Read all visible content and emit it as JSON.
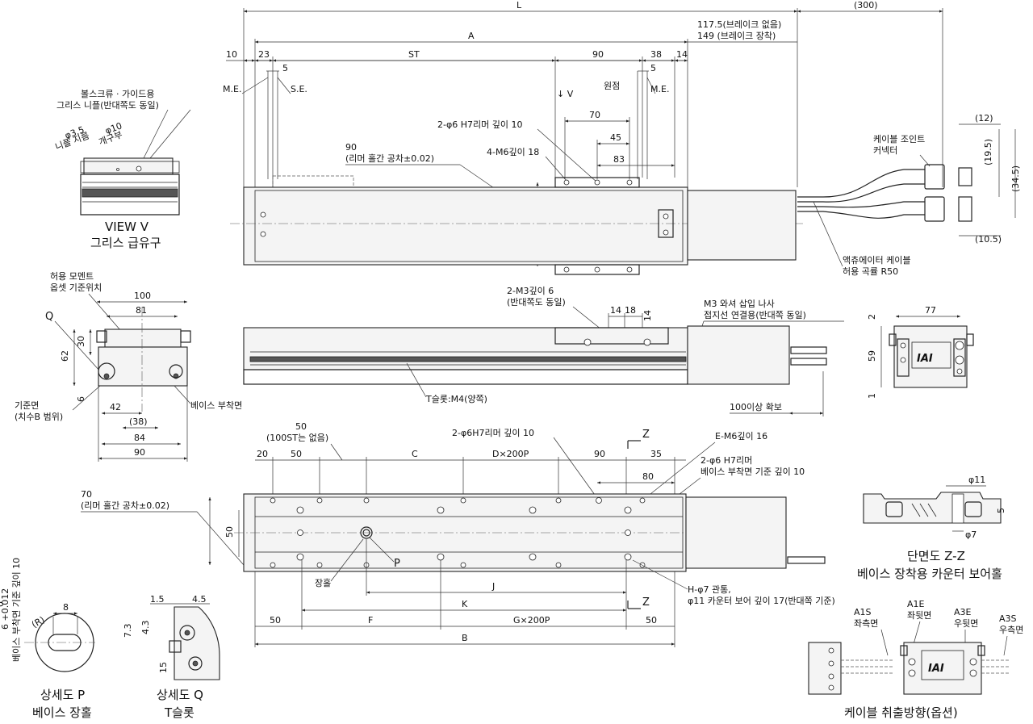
{
  "labels": {
    "L": "L",
    "dim_300": "(300)",
    "A": "A",
    "brake_none": "117.5(브레이크 없음)",
    "brake_with": "149  (브레이크 장착)",
    "d10": "10",
    "d23": "23",
    "ST": "ST",
    "d90_top": "90",
    "d38": "38",
    "d14_top": "14",
    "d5_left": "5",
    "d5_right": "5",
    "ME_left": "M.E.",
    "SE": "S.E.",
    "V_arrow": "↓ V",
    "origin": "원점",
    "ME_right": "M.E.",
    "reamer_top": "2-φ6 H7리머 깊이 10",
    "d70_top": "70",
    "d45": "45",
    "m6_18": "4-M6깊이 18",
    "d83": "83",
    "d90_reamer": "90",
    "reamer_tol": "(리머 홀간 공차±0.02)",
    "cable_joint_1": "케이블 조인트",
    "cable_joint_2": "커넥터",
    "d12": "(12)",
    "d19_5": "(19.5)",
    "d34_5": "(34.5)",
    "d10_5": "(10.5)",
    "actuator_cable_1": "액츄에이터 케이블",
    "actuator_cable_2": "허용 곡률 R50",
    "grease_1": "볼스크류 · 가이드용",
    "grease_2": "그리스 니플(반대쪽도 동일)",
    "nipple_dia": "φ3.5",
    "nipple_label": "니플 지름",
    "port_dia": "φ10",
    "port_label": "개구부",
    "view_v_1": "VIEW V",
    "view_v_2": "그리스 급유구",
    "moment_1": "허용 모멘트",
    "moment_2": "옵셋 기준위치",
    "d100": "100",
    "d81": "81",
    "Q": "Q",
    "d62": "62",
    "d30": "30",
    "d6": "6",
    "ref_face_1": "기준면",
    "ref_face_2": "(치수B 범위)",
    "base_mount": "베이스 부착면",
    "d42": "42",
    "d38_side": "(38)",
    "d84": "84",
    "d90_side": "90",
    "m3_1": "2-M3깊이 6",
    "m3_2": "(반대쪽도 동일)",
    "d14_a": "14",
    "d18": "18",
    "d14_b": "14",
    "ground_1": "M3 와셔 삽입 나사",
    "ground_2": "접지선 연결용(반대쪽 동일)",
    "t_slot": "T슬롯:M4(양쪽)",
    "clearance": "100이상 확보",
    "d77": "77",
    "d2": "2",
    "d59": "59",
    "d1": "1",
    "iai": "IAI",
    "d50_top": "50",
    "st100": "(100ST는 없음)",
    "reamer_bottom": "2-φ6H7리머 깊이 10",
    "Z_top": "Z",
    "e_m6": "E-M6깊이 16",
    "reamer_base_1": "2-φ6 H7리머",
    "reamer_base_2": "베이스 부착면 기준 깊이 10",
    "d20": "20",
    "d50_b": "50",
    "C": "C",
    "D200P": "D×200P",
    "d90_b": "90",
    "d35": "35",
    "d80": "80",
    "d70_bottom": "70",
    "reamer_tol2": "(리머 홀간 공차±0.02)",
    "d50_h": "50",
    "P": "P",
    "slot_hole": "장홀",
    "J": "J",
    "K": "K",
    "Z_bottom": "Z",
    "h_phi7_1": "H-φ7 관통,",
    "h_phi7_2": "φ11 카운터 보어 깊이 17(반대쪽 기준)",
    "d50_l": "50",
    "F": "F",
    "G200P": "G×200P",
    "d50_r": "50",
    "B": "B",
    "d11": "φ11",
    "d5_cb": "5",
    "d7": "φ7",
    "section_1": "단면도 Z-Z",
    "section_2": "베이스 장착용 카운터 보어홀",
    "vert_depth": "베이스 부착면 기준 깊이 10",
    "d6_tol": "6 +0.012",
    "d6_tol0": "0",
    "d8": "8",
    "R": "(R)",
    "detail_p_1": "상세도 P",
    "detail_p_2": "베이스 장홀",
    "d1_5": "1.5",
    "d4_5": "4.5",
    "d7_3": "7.3",
    "d4_3": "4.3",
    "d15": "15",
    "detail_q_1": "상세도 Q",
    "detail_q_2": "T슬롯",
    "a1s_1": "A1S",
    "a1s_2": "좌측면",
    "a1e_1": "A1E",
    "a1e_2": "좌뒷면",
    "a3e_1": "A3E",
    "a3e_2": "우뒷면",
    "a3s_1": "A3S",
    "a3s_2": "우측면",
    "iai2": "IAI",
    "cable_dir": "케이블 취출방향(옵션)"
  }
}
